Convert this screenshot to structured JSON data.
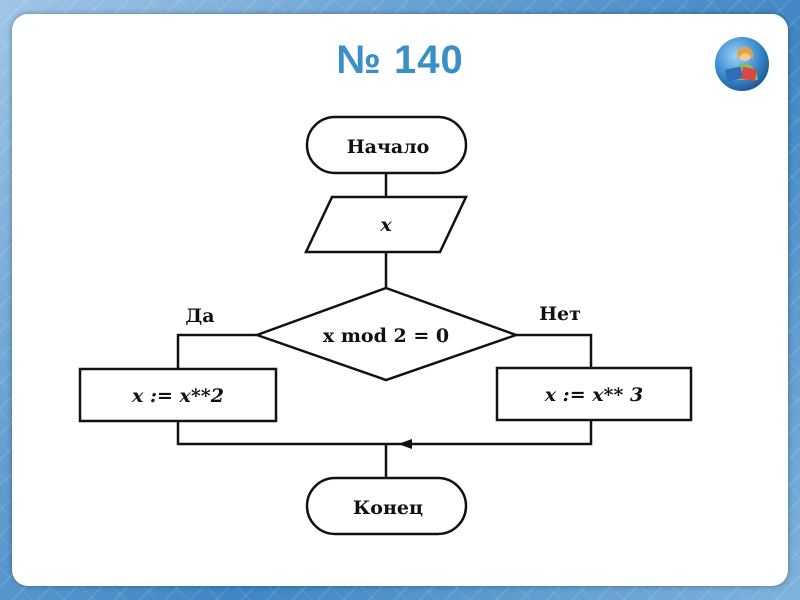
{
  "slide": {
    "title": "№ 140"
  },
  "flowchart": {
    "start": "Начало",
    "input": "x",
    "condition": "x mod 2 = 0",
    "yes_label": "Да",
    "no_label": "Нет",
    "yes_action": "x := x**2",
    "no_action": "x := x** 3",
    "end": "Конец"
  },
  "colors": {
    "title": "#3a8fc8",
    "background": "#5f9cd0"
  },
  "icons": {
    "logo": "reading-girl-icon"
  }
}
